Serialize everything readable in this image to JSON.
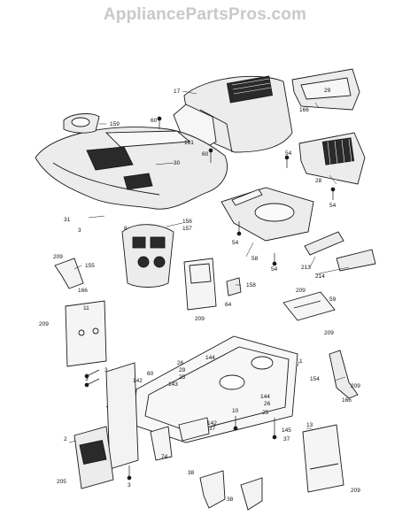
{
  "watermark": "AppliancePartsPros.com",
  "callouts": {
    "c17": "17",
    "c29": "29",
    "c166a": "166",
    "c159": "159",
    "c60a": "60",
    "c161": "161",
    "c60b": "60",
    "c30": "30",
    "c54a": "54",
    "c28": "28",
    "c54b": "54",
    "c31": "31",
    "c3a": "3",
    "c156": "156",
    "c157": "157",
    "c8": "8",
    "c54c": "54",
    "c58": "58",
    "c54d": "54",
    "c213": "213",
    "c214": "214",
    "c209a": "209",
    "c155": "155",
    "c166b": "166",
    "c158": "158",
    "c64": "64",
    "c209b": "209",
    "c209c": "209",
    "c59": "59",
    "c209d": "209",
    "c11": "11",
    "c209e": "209",
    "c144a": "144",
    "c26a": "26",
    "c29b": "29",
    "c25": "25",
    "c1": "1",
    "c3b": "3",
    "c3c": "3",
    "c60c": "60",
    "c142a": "142",
    "c143": "143",
    "c10": "10",
    "c144b": "144",
    "c26b": "26",
    "c25b": "25",
    "c154": "154",
    "c209f": "209",
    "c166c": "166",
    "c13": "13",
    "c37a": "37",
    "c142b": "142",
    "c145": "145",
    "c37b": "37",
    "c2": "2",
    "c74": "74",
    "c205": "205",
    "c3d": "3",
    "c38a": "38",
    "c38b": "38",
    "c209g": "209"
  },
  "colors": {
    "line": "#1a1a1a",
    "fill_light": "#ececec",
    "fill_dark": "#2a2a2a",
    "watermark": "#c9c9c9"
  }
}
